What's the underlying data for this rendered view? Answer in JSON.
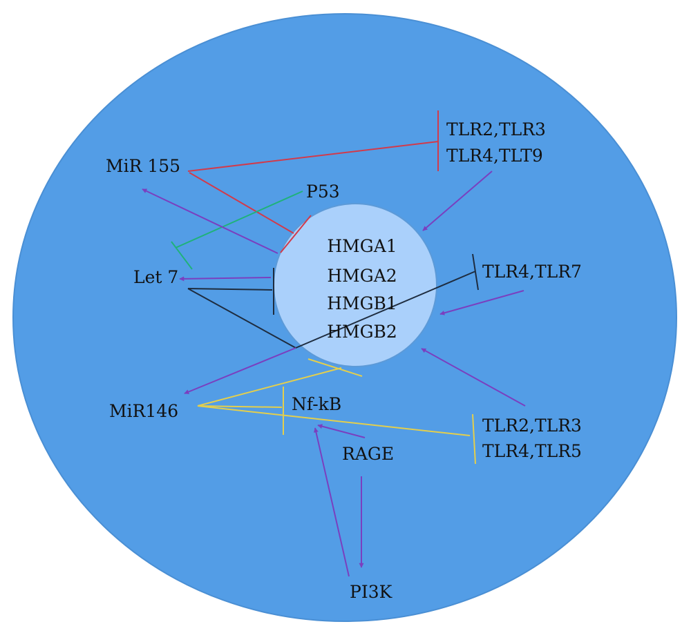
{
  "colors": {
    "cell_fill": "#539de6",
    "cell_stroke": "#4a8fd4",
    "nucleus_fill": "#aad0fb",
    "nucleus_stroke": "#5c9ad8",
    "activation": "#7a3fbf",
    "inhibition_red": "#d23a4a",
    "inhibition_green": "#1fb27a",
    "inhibition_dark": "#1e2c3f",
    "inhibition_yellow": "#e4cf4c"
  },
  "nucleus": {
    "genes": [
      "HMGA1",
      "HMGA2",
      "HMGB1",
      "HMGB2"
    ]
  },
  "nodes": {
    "mir155": "MiR 155",
    "tlr_top_1": "TLR2,TLR3",
    "tlr_top_2": "TLR4,TLT9",
    "p53": "P53",
    "let7": "Let 7",
    "tlr4_tlr7": "TLR4,TLR7",
    "mir146": "MiR146",
    "nfkb": "Nf-kB",
    "tlr_bottom_1": "TLR2,TLR3",
    "tlr_bottom_2": "TLR4,TLR5",
    "rage": "RAGE",
    "pi3k": "PI3K"
  }
}
